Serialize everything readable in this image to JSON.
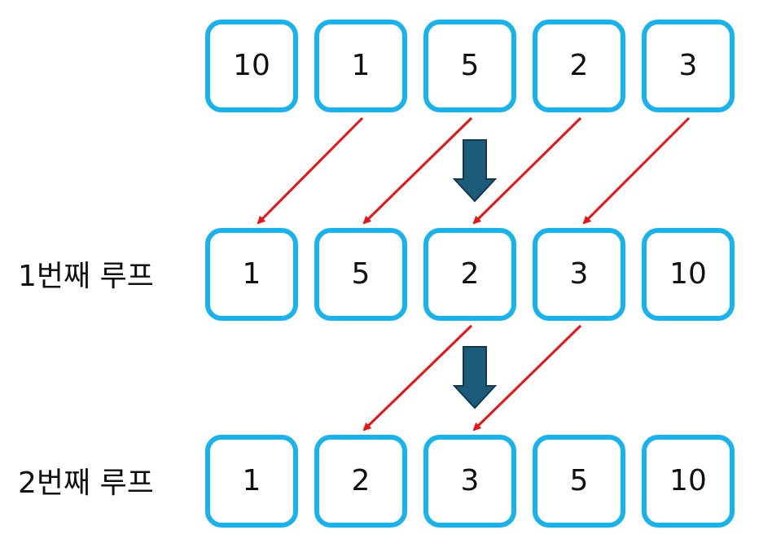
{
  "rows": [
    {
      "label": "",
      "values": [
        "10",
        "1",
        "5",
        "2",
        "3"
      ]
    },
    {
      "label": "1번째 루프",
      "values": [
        "1",
        "5",
        "2",
        "3",
        "10"
      ]
    },
    {
      "label": "2번째 루프",
      "values": [
        "1",
        "2",
        "3",
        "5",
        "10"
      ]
    }
  ],
  "moves": [
    [
      {
        "from": 1,
        "to": 0
      },
      {
        "from": 2,
        "to": 1
      },
      {
        "from": 3,
        "to": 2
      },
      {
        "from": 4,
        "to": 3
      }
    ],
    [
      {
        "from": 2,
        "to": 1
      },
      {
        "from": 3,
        "to": 2
      }
    ]
  ],
  "colors": {
    "box_border": "#16b3ee",
    "move_arrow": "#ee1111",
    "step_arrow_fill": "#1c5b7a",
    "step_arrow_stroke": "#0e3a52"
  }
}
